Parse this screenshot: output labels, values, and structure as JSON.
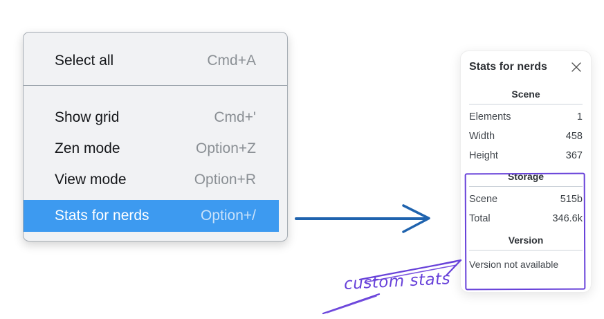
{
  "context_menu": {
    "items": [
      {
        "label": "Select all",
        "shortcut": "Cmd+A",
        "highlighted": false
      },
      {
        "label": "Show grid",
        "shortcut": "Cmd+'",
        "highlighted": false
      },
      {
        "label": "Zen mode",
        "shortcut": "Option+Z",
        "highlighted": false
      },
      {
        "label": "View mode",
        "shortcut": "Option+R",
        "highlighted": false
      },
      {
        "label": "Stats for nerds",
        "shortcut": "Option+/",
        "highlighted": true
      }
    ]
  },
  "stats_panel": {
    "title": "Stats for nerds",
    "close_icon": "close-x",
    "sections": {
      "scene": {
        "heading": "Scene",
        "rows": [
          {
            "label": "Elements",
            "value": "1"
          },
          {
            "label": "Width",
            "value": "458"
          },
          {
            "label": "Height",
            "value": "367"
          }
        ]
      },
      "storage": {
        "heading": "Storage",
        "rows": [
          {
            "label": "Scene",
            "value": "515b"
          },
          {
            "label": "Total",
            "value": "346.6k"
          }
        ]
      },
      "version": {
        "heading": "Version",
        "note": "Version not available"
      }
    }
  },
  "annotation": {
    "label": "custom stats"
  },
  "colors": {
    "menu_background": "#f1f2f4",
    "menu_highlight_blue": "#3d9af0",
    "menu_shortcut_gray": "#8a8f94",
    "flow_arrow_blue": "#1f63ae",
    "annotation_violet": "#6741d9",
    "panel_divider_gray": "#ccd2d9"
  }
}
